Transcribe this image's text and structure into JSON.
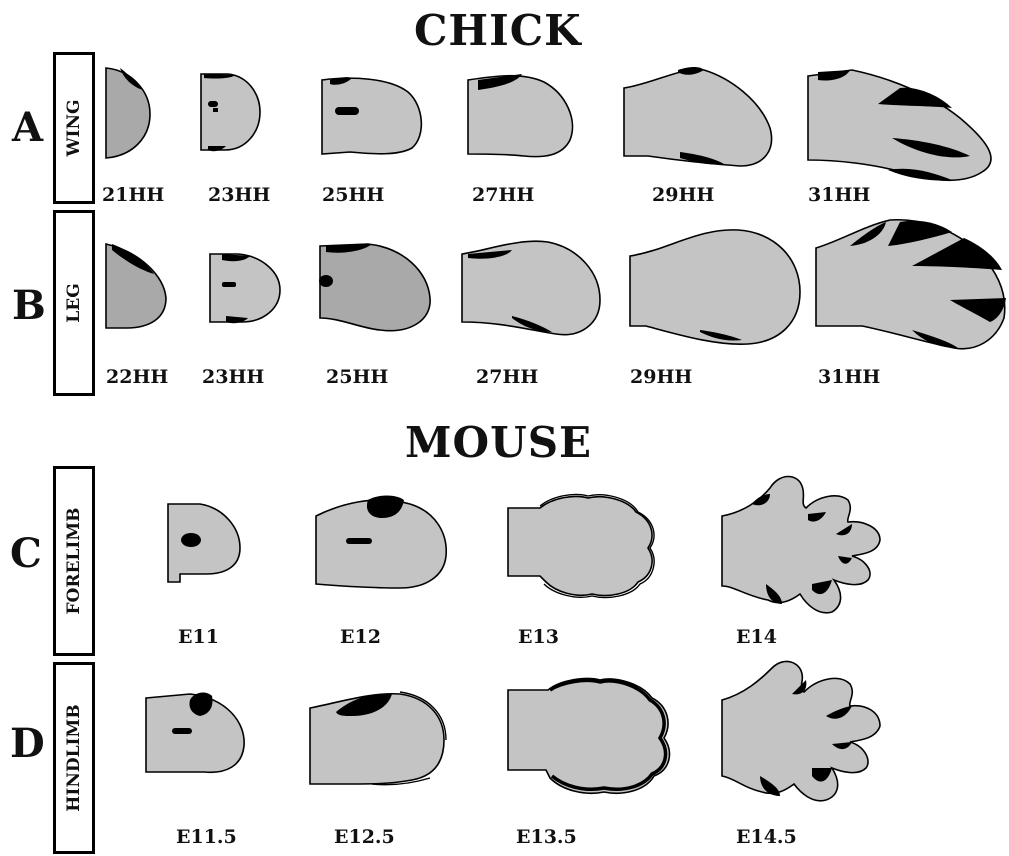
{
  "sections": {
    "chick": "CHICK",
    "mouse": "MOUSE"
  },
  "rows": [
    {
      "letter": "A",
      "label": "WING",
      "stages": [
        "21HH",
        "23HH",
        "25HH",
        "27HH",
        "29HH",
        "31HH"
      ]
    },
    {
      "letter": "B",
      "label": "LEG",
      "stages": [
        "22HH",
        "23HH",
        "25HH",
        "27HH",
        "29HH",
        "31HH"
      ]
    },
    {
      "letter": "C",
      "label": "FORELIMB",
      "stages": [
        "E11",
        "E12",
        "E13",
        "E14"
      ]
    },
    {
      "letter": "D",
      "label": "HINDLIMB",
      "stages": [
        "E11.5",
        "E12.5",
        "E13.5",
        "E14.5"
      ]
    }
  ],
  "colors": {
    "limb_fill": "#c4c4c4",
    "limb_fill_early": "#a9a9a9",
    "expression_mark": "#000000"
  }
}
